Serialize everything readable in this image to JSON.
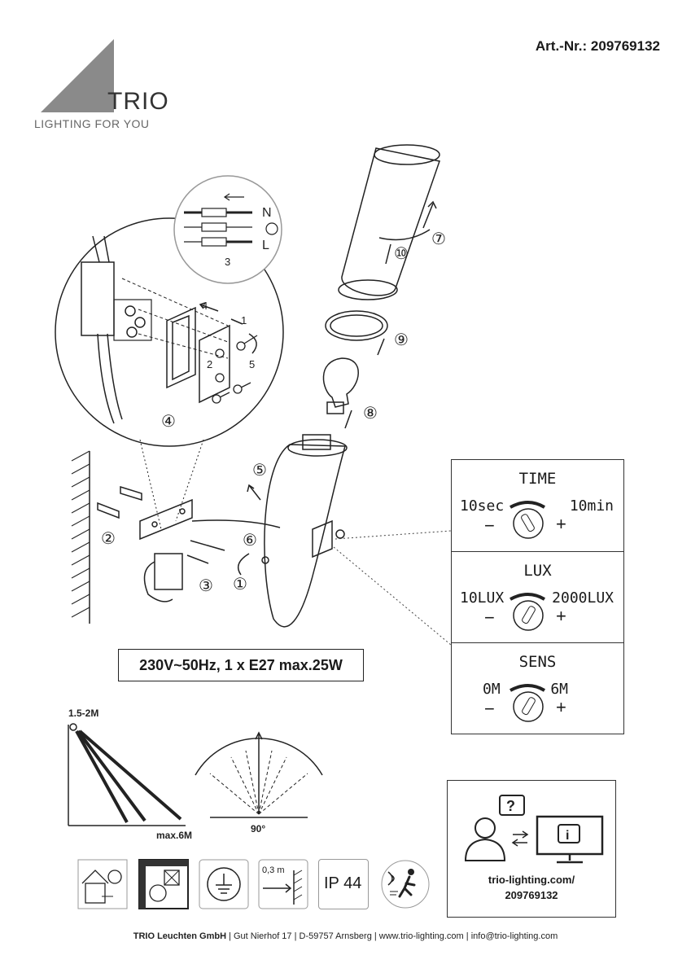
{
  "header": {
    "brand": "TRIO",
    "tagline": "LIGHTING FOR YOU",
    "article_number": "Art.-Nr.: 209769132"
  },
  "diagram": {
    "terminal_labels": {
      "neutral": "N",
      "live": "L",
      "step": "3"
    },
    "detail_steps": [
      "1",
      "2",
      "4",
      "5"
    ],
    "circled_steps": [
      "①",
      "②",
      "③",
      "④",
      "⑤",
      "⑥",
      "⑦",
      "⑧",
      "⑨",
      "⑩"
    ]
  },
  "spec": "230V~50Hz, 1 x E27 max.25W",
  "settings": [
    {
      "title": "TIME",
      "min": "10sec",
      "max": "10min",
      "minus": "−",
      "plus": "+"
    },
    {
      "title": "LUX",
      "min": "10LUX",
      "max": "2000LUX",
      "minus": "−",
      "plus": "+"
    },
    {
      "title": "SENS",
      "min": "0M",
      "max": "6M",
      "minus": "−",
      "plus": "+"
    }
  ],
  "detection": {
    "height": "1.5-2M",
    "range": "max.6M",
    "angle": "90°"
  },
  "symbols": {
    "distance": "0,3 m",
    "ip_rating": "IP 44",
    "icons": [
      "indoor-outdoor-icon",
      "no-cover-icon",
      "earth-ground-icon",
      "min-distance-icon",
      "ip44-icon",
      "motion-sensor-icon"
    ]
  },
  "support": {
    "url": "trio-lighting.com/",
    "article": "209769132"
  },
  "footer": {
    "company": "TRIO Leuchten GmbH",
    "address1": "Gut Nierhof 17",
    "address2": "D-59757 Arnsberg",
    "website": "www.trio-lighting.com",
    "email": "info@trio-lighting.com"
  }
}
